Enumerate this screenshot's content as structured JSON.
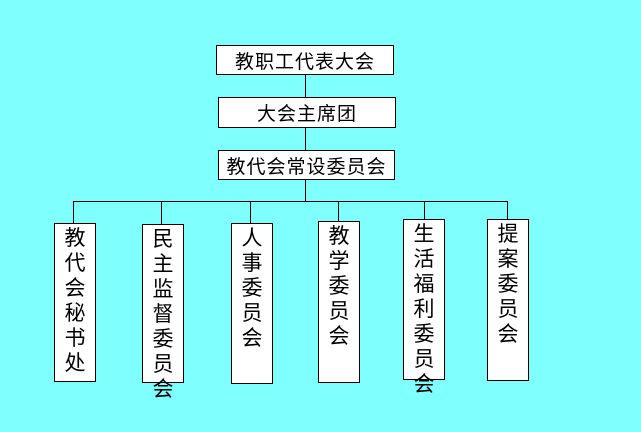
{
  "top_levels": [
    {
      "label": "教职工代表大会"
    },
    {
      "label": "大会主席团"
    },
    {
      "label": "教代会常设委员会"
    }
  ],
  "committees": [
    {
      "label": "教代会秘书处"
    },
    {
      "label": "民主监督委员会"
    },
    {
      "label": "人事委员会"
    },
    {
      "label": "教学委员会"
    },
    {
      "label": "生活福利委员会"
    },
    {
      "label": "提案委员会"
    }
  ],
  "colors": {
    "background": "#80ffff",
    "box": "#ffffff",
    "line": "#000000"
  }
}
